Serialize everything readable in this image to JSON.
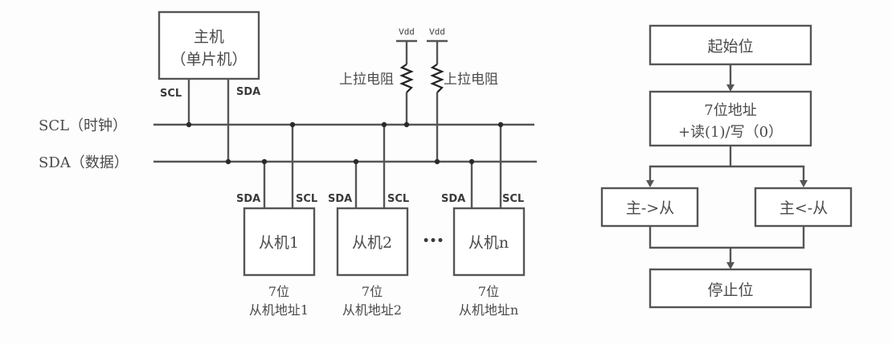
{
  "bus_diagram": {
    "master": {
      "title": "主机",
      "subtitle": "（单片机）",
      "pin_scl": "SCL",
      "pin_sda": "SDA"
    },
    "bus_lines": {
      "scl_label": "SCL（时钟）",
      "sda_label": "SDA（数据）"
    },
    "pullups": [
      {
        "supply": "Vdd",
        "label": "上拉电阻"
      },
      {
        "supply": "Vdd",
        "label": "上拉电阻"
      }
    ],
    "slaves": [
      {
        "name": "从机1",
        "pin_sda": "SDA",
        "pin_scl": "SCL",
        "addr_bits": "7位",
        "addr_label": "从机地址1"
      },
      {
        "name": "从机2",
        "pin_sda": "SDA",
        "pin_scl": "SCL",
        "addr_bits": "7位",
        "addr_label": "从机地址2"
      },
      {
        "name": "从机n",
        "pin_sda": "SDA",
        "pin_scl": "SCL",
        "addr_bits": "7位",
        "addr_label": "从机地址n"
      }
    ],
    "ellipsis": "•••"
  },
  "flowchart": {
    "start": "起始位",
    "address_line1": "7位地址",
    "address_line2": "+读(1)/写（0）",
    "branch_left": "主->从",
    "branch_right": "主<-从",
    "stop": "停止位"
  }
}
